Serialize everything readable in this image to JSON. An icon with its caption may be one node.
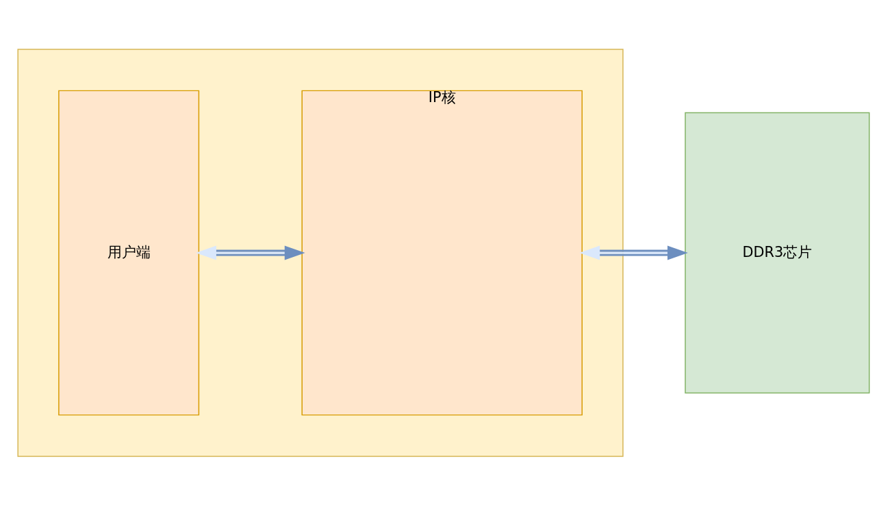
{
  "diagram": {
    "nodes": [
      {
        "text": [],
        "shape": "box"
      },
      {
        "text": [
          "用户端"
        ],
        "in": 0
      },
      {
        "text": [
          "IP核"
        ],
        "in": 0
      },
      {
        "text": [
          "DDR3芯片"
        ]
      }
    ],
    "edges": [
      {
        "from": 1,
        "to": 2,
        "arrow": "both"
      },
      {
        "from": 2,
        "to": 3,
        "arrow": "both"
      }
    ]
  }
}
